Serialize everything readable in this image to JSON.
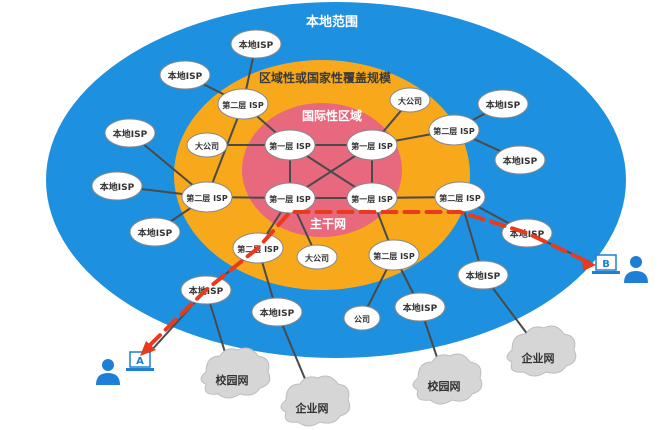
{
  "zones": {
    "local": "本地范围",
    "regional": "区域性或国家性覆盖规模",
    "international": "国际性区域",
    "backbone": "主干网"
  },
  "colors": {
    "local": "#1e90e0",
    "regional": "#f7a81b",
    "international": "#e8697e",
    "node_fill": "#ffffff",
    "link": "#4a4a4a",
    "path": "#e83a1c",
    "cloud": "#d6d6d6",
    "user": "#1e7fd6"
  },
  "labels": {
    "tier1": "第一层 ISP",
    "tier2": "第二层 ISP",
    "local_isp": "本地ISP",
    "big_company": "大公司",
    "company": "公司",
    "campus": "校园网",
    "enterprise": "企业网",
    "host_a": "A",
    "host_b": "B"
  }
}
